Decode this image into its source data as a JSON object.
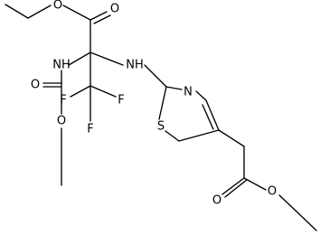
{
  "atoms": {
    "o_ester_top": "O",
    "o_carbonyl_top": "O",
    "nh_left": "NH",
    "nh_right": "NH",
    "n_thiazole": "N",
    "s_thiazole": "S",
    "f_left": "F",
    "f_right": "F",
    "f_bottom": "F",
    "o_carbamate_carbonyl": "O",
    "o_carbamate_ester": "O",
    "o_side_carbonyl": "O",
    "o_side_ester": "O"
  }
}
